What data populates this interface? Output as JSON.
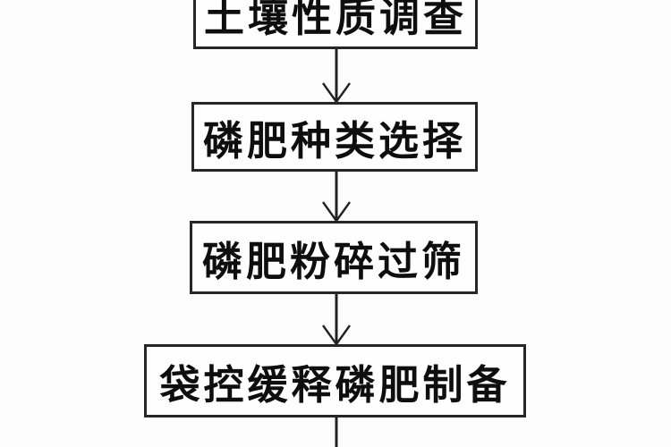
{
  "diagram": {
    "type": "flowchart",
    "orientation": "top-to-bottom",
    "nodes": [
      {
        "id": "step-1",
        "label": "土壤性质调查",
        "clipped": "top edge of box cut off by image top"
      },
      {
        "id": "step-2",
        "label": "磷肥种类选择"
      },
      {
        "id": "step-3",
        "label": "磷肥粉碎过筛"
      },
      {
        "id": "step-4",
        "label": "袋控缓释磷肥制备"
      }
    ],
    "edges": [
      {
        "from": "step-1",
        "to": "step-2",
        "style": "thin-open-v-arrow"
      },
      {
        "from": "step-2",
        "to": "step-3",
        "style": "thin-open-v-arrow"
      },
      {
        "from": "step-3",
        "to": "step-4",
        "style": "thin-open-v-arrow"
      },
      {
        "from": "step-4",
        "to": null,
        "style": "plain-line",
        "truncated": "line continues past bottom edge of image"
      }
    ],
    "colors": {
      "line": "#222222",
      "border": "#262626",
      "text": "#0e0e0e",
      "background": "#fdfdfd"
    }
  }
}
